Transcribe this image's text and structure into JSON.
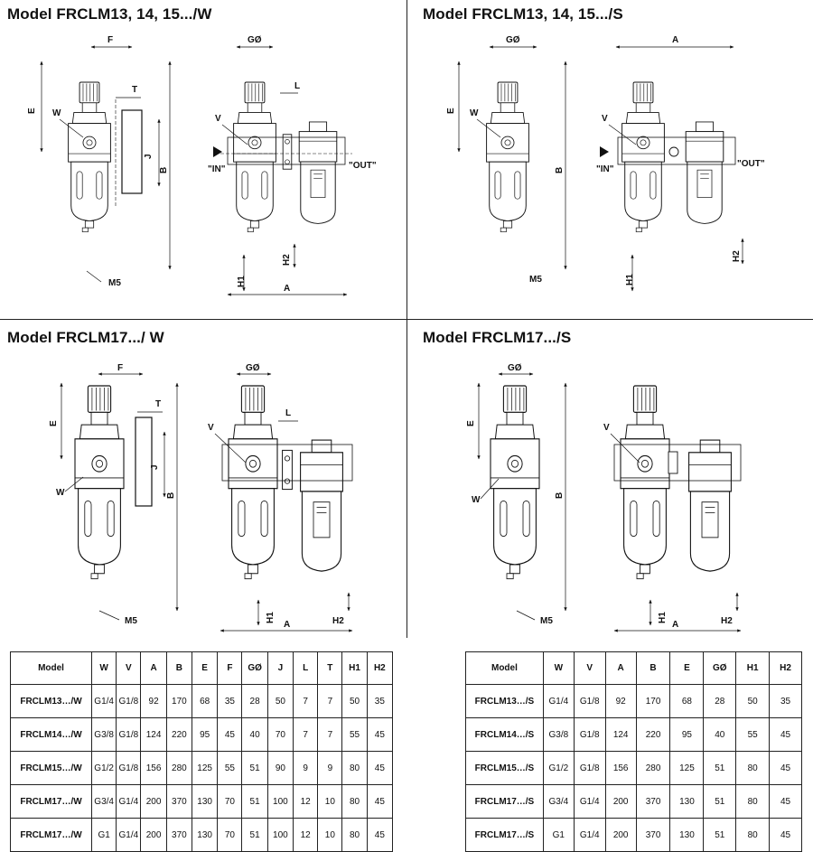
{
  "titles": {
    "top_left": "Model FRCLM13, 14, 15.../W",
    "top_right": "Model FRCLM13, 14, 15.../S",
    "bottom_left": "Model FRCLM17.../ W",
    "bottom_right": "Model FRCLM17.../S"
  },
  "labels": {
    "F": "F",
    "G": "GØ",
    "T": "T",
    "L": "L",
    "E": "E",
    "W": "W",
    "V": "V",
    "J": "J",
    "B": "B",
    "A": "A",
    "H1": "H1",
    "H2": "H2",
    "M5": "M5",
    "IN": "\"IN\"",
    "OUT": "\"OUT\""
  },
  "table_w": {
    "headers": [
      "Model",
      "W",
      "V",
      "A",
      "B",
      "E",
      "F",
      "GØ",
      "J",
      "L",
      "T",
      "H1",
      "H2"
    ],
    "rows": [
      [
        "FRCLM13…/W",
        "G1/4",
        "G1/8",
        "92",
        "170",
        "68",
        "35",
        "28",
        "50",
        "7",
        "7",
        "50",
        "35"
      ],
      [
        "FRCLM14…/W",
        "G3/8",
        "G1/8",
        "124",
        "220",
        "95",
        "45",
        "40",
        "70",
        "7",
        "7",
        "55",
        "45"
      ],
      [
        "FRCLM15…/W",
        "G1/2",
        "G1/8",
        "156",
        "280",
        "125",
        "55",
        "51",
        "90",
        "9",
        "9",
        "80",
        "45"
      ],
      [
        "FRCLM17…/W",
        "G3/4",
        "G1/4",
        "200",
        "370",
        "130",
        "70",
        "51",
        "100",
        "12",
        "10",
        "80",
        "45"
      ],
      [
        "FRCLM17…/W",
        "G1",
        "G1/4",
        "200",
        "370",
        "130",
        "70",
        "51",
        "100",
        "12",
        "10",
        "80",
        "45"
      ]
    ]
  },
  "table_s": {
    "headers": [
      "Model",
      "W",
      "V",
      "A",
      "B",
      "E",
      "GØ",
      "H1",
      "H2"
    ],
    "rows": [
      [
        "FRCLM13…/S",
        "G1/4",
        "G1/8",
        "92",
        "170",
        "68",
        "28",
        "50",
        "35"
      ],
      [
        "FRCLM14…/S",
        "G3/8",
        "G1/8",
        "124",
        "220",
        "95",
        "40",
        "55",
        "45"
      ],
      [
        "FRCLM15…/S",
        "G1/2",
        "G1/8",
        "156",
        "280",
        "125",
        "51",
        "80",
        "45"
      ],
      [
        "FRCLM17…/S",
        "G3/4",
        "G1/4",
        "200",
        "370",
        "130",
        "51",
        "80",
        "45"
      ],
      [
        "FRCLM17…/S",
        "G1",
        "G1/4",
        "200",
        "370",
        "130",
        "51",
        "80",
        "45"
      ]
    ]
  }
}
